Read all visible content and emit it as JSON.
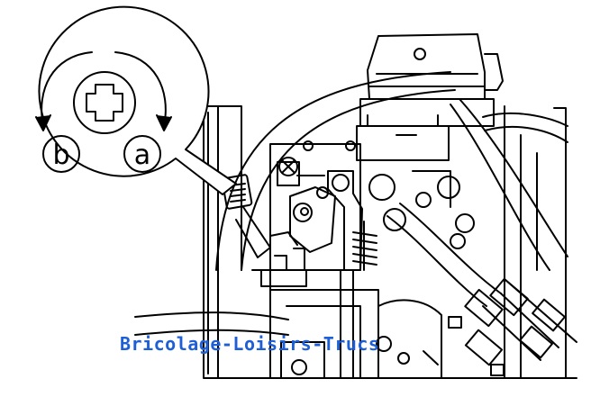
{
  "callout": {
    "label_b": "b",
    "label_a": "a"
  },
  "watermark": {
    "text": "Bricolage-Loisirs-Trucs",
    "color": "#1f5fd6"
  },
  "line_color": "#000000"
}
